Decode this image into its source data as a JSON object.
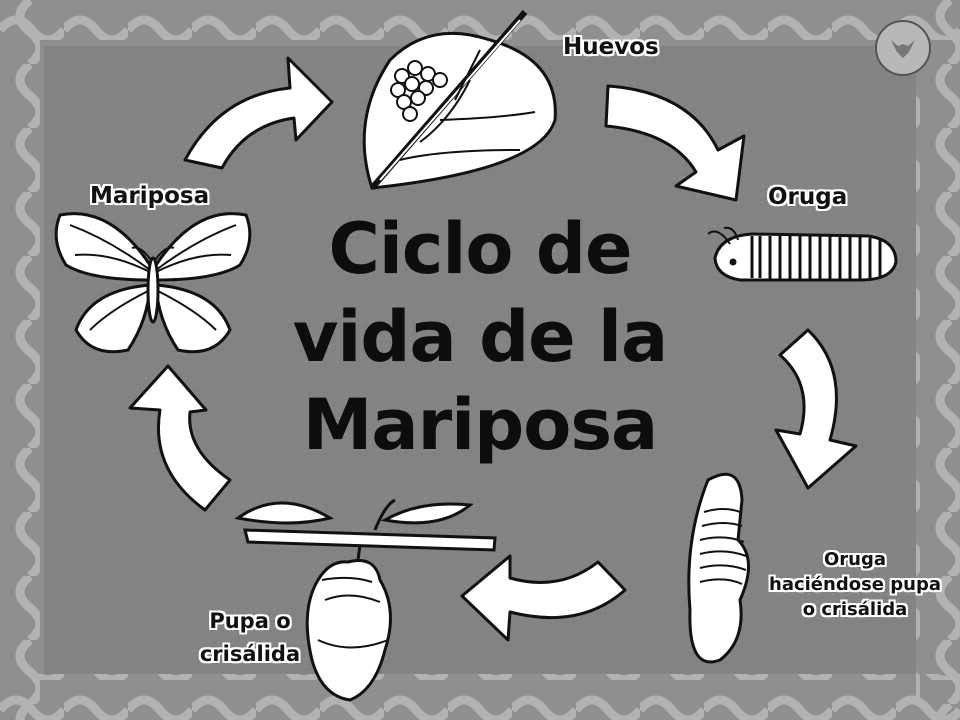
{
  "title": {
    "line1": "Ciclo de",
    "line2": "vida de la",
    "line3": "Mariposa"
  },
  "stages": {
    "eggs": "Huevos",
    "caterpillar": "Oruga",
    "pupating": {
      "line1": "Oruga",
      "line2": "haciéndose pupa",
      "line3": "o crisálida"
    },
    "pupa": {
      "line1": "Pupa o",
      "line2": "crisálida"
    },
    "butterfly": "Mariposa"
  },
  "colors": {
    "background": "#9a9a9a",
    "inner_panel": "#838383",
    "border_wave": "#a8a8a8",
    "arrow_fill": "#ffffff",
    "outline": "#111111"
  },
  "logo": {
    "icon": "fox-logo-icon"
  }
}
